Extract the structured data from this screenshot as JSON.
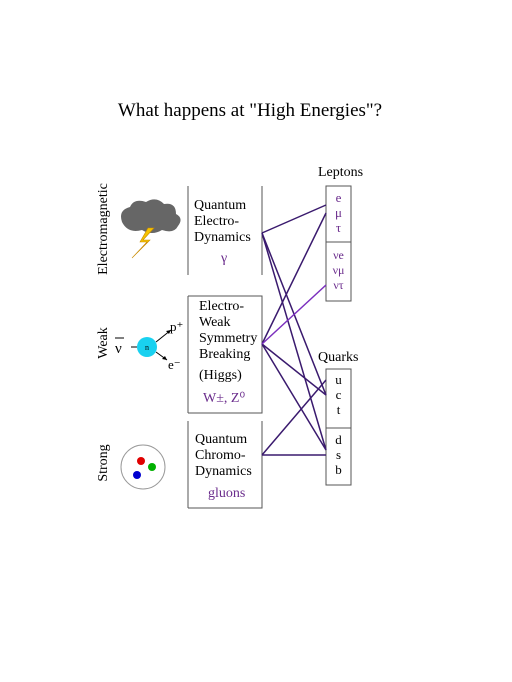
{
  "title": "What happens at \"High Energies\"?",
  "forces": [
    {
      "label": "Electromagnetic",
      "theory_lines": [
        "Quantum",
        "Electro-",
        "Dynamics"
      ],
      "boson": "γ"
    },
    {
      "label": "Weak",
      "theory_lines": [
        "Electro-",
        "Weak",
        "Symmetry",
        "Breaking",
        "(Higgs)"
      ],
      "boson": "W±, Z⁰"
    },
    {
      "label": "Strong",
      "theory_lines": [
        "Quantum",
        "Chromo-",
        "Dynamics"
      ],
      "boson": "gluons"
    }
  ],
  "decay": {
    "nu_bar": "ν",
    "neutron": "n",
    "proton": "p⁺",
    "electron": "e⁻"
  },
  "leptons": {
    "header": "Leptons",
    "charged": [
      "e",
      "μ",
      "τ"
    ],
    "neutrinos": [
      "νe",
      "νμ",
      "ντ"
    ]
  },
  "quarks": {
    "header": "Quarks",
    "up_type": [
      "u",
      "c",
      "t"
    ],
    "down_type": [
      "d",
      "s",
      "b"
    ]
  },
  "colors": {
    "line": "#3a1a6e",
    "accent": "#7b2fbe",
    "neutron": "#19d1f0",
    "cloud": "#666666",
    "bolt": "#f5c300"
  }
}
